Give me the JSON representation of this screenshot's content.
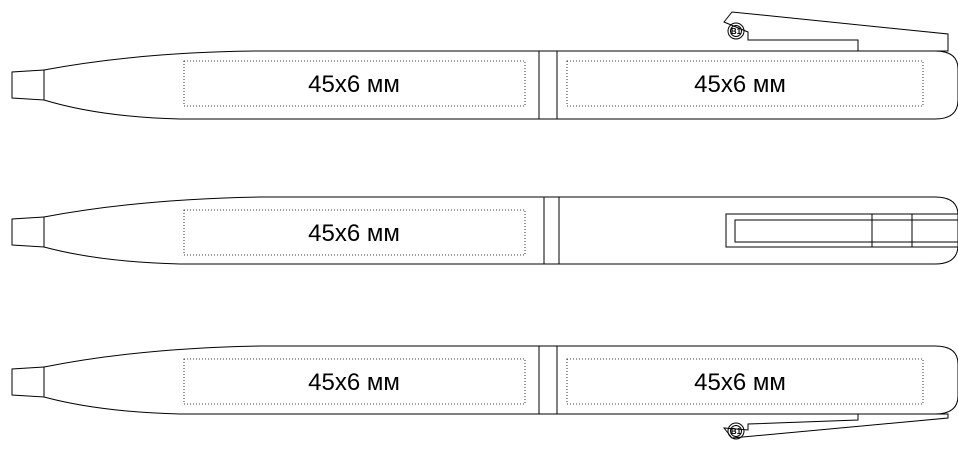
{
  "pens": [
    {
      "view": "top-clip",
      "areas": [
        {
          "label": "45x6 мм"
        },
        {
          "label": "45x6 мм"
        }
      ],
      "clip_badge": "B1"
    },
    {
      "view": "side-clip",
      "areas": [
        {
          "label": "45x6 мм"
        }
      ]
    },
    {
      "view": "bottom-clip",
      "areas": [
        {
          "label": "45x6 мм"
        },
        {
          "label": "45x6 мм"
        }
      ],
      "clip_badge": "B1"
    }
  ]
}
